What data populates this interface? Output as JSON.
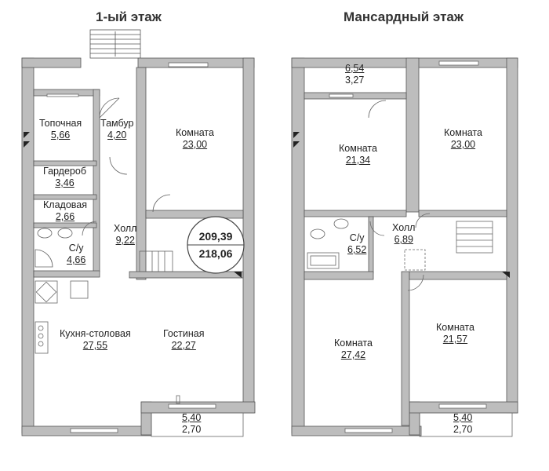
{
  "titles": {
    "floor1": "1-ый этаж",
    "attic": "Мансардный этаж"
  },
  "floor1": {
    "rooms": [
      {
        "name": "Топочная",
        "area": "5,66"
      },
      {
        "name": "Тамбур",
        "area": "4,20"
      },
      {
        "name": "Комната",
        "area": "23,00"
      },
      {
        "name": "Гардероб",
        "area": "3,46"
      },
      {
        "name": "Кладовая",
        "area": "2,66"
      },
      {
        "name": "Холл",
        "area": "9,22"
      },
      {
        "name": "С/у",
        "area": "4,66"
      },
      {
        "name": "Кухня-столовая",
        "area": "27,55"
      },
      {
        "name": "Гостиная",
        "area": "22,27"
      }
    ],
    "porch": {
      "a": "5,40",
      "b": "2,70"
    },
    "totals": {
      "a": "209,39",
      "b": "218,06"
    }
  },
  "attic": {
    "top": {
      "a": "6,54",
      "b": "3,27"
    },
    "rooms": [
      {
        "name": "Комната",
        "area": "21,34"
      },
      {
        "name": "Комната",
        "area": "23,00"
      },
      {
        "name": "С/у",
        "area": "6,52"
      },
      {
        "name": "Холл",
        "area": "6,89"
      },
      {
        "name": "Комната",
        "area": "27,42"
      },
      {
        "name": "Комната",
        "area": "21,57"
      }
    ],
    "balcony": {
      "a": "5,40",
      "b": "2,70"
    }
  }
}
